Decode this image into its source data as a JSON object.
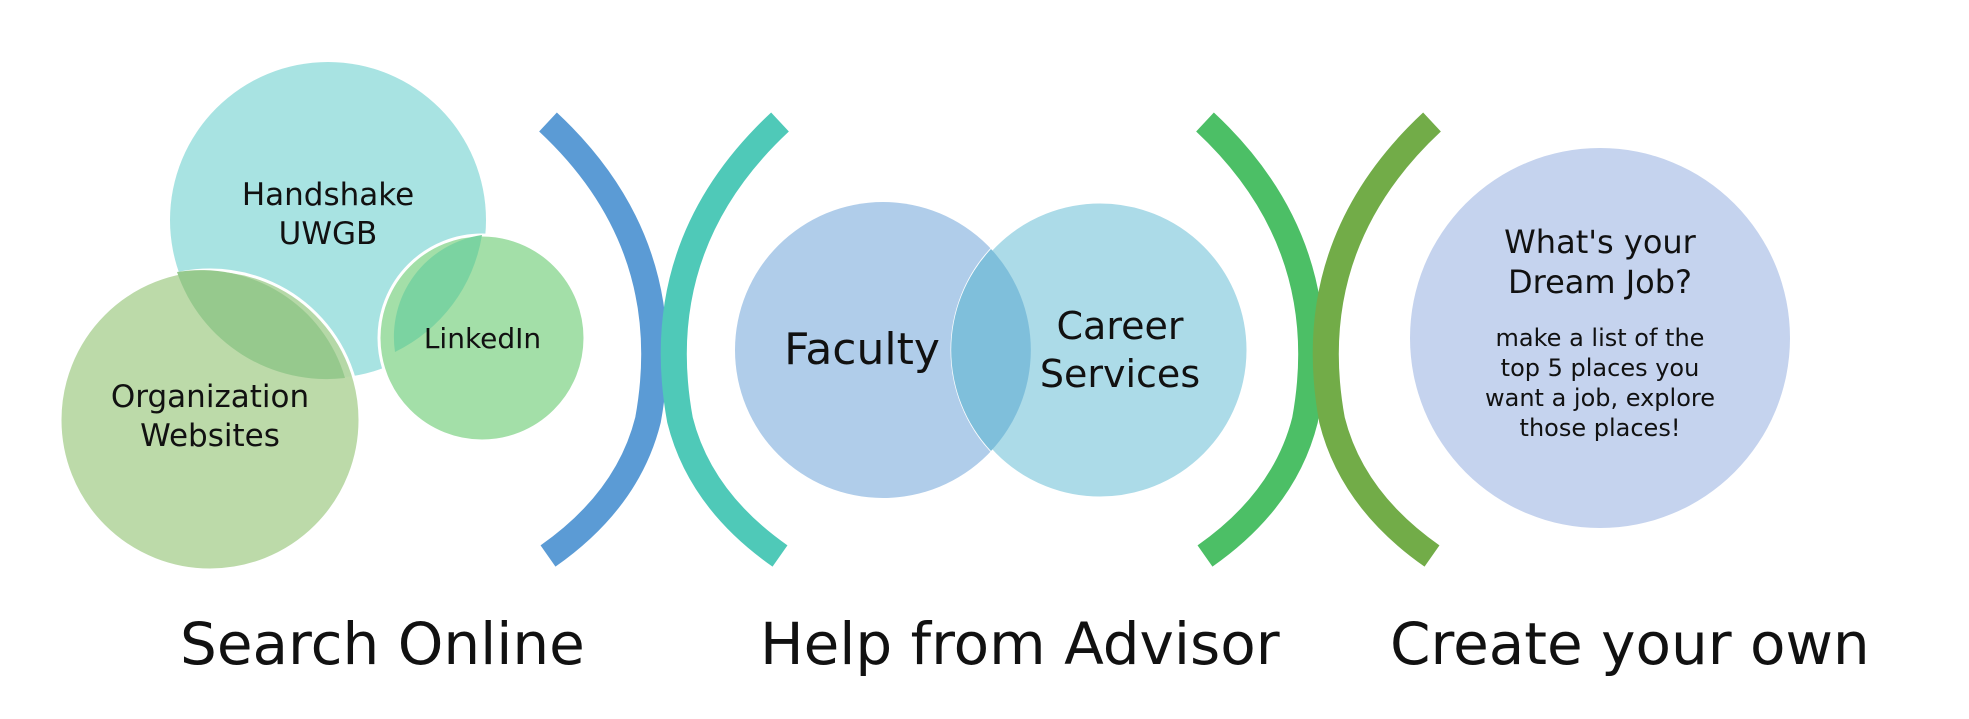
{
  "groups": [
    {
      "caption": "Search Online",
      "items": [
        "Handshake UWGB",
        "LinkedIn",
        "Organization Websites"
      ],
      "colors": [
        "#a8e3e2",
        "#a3dfa8",
        "#b6d7a2"
      ]
    },
    {
      "caption": "Help from Advisor",
      "items": [
        "Faculty",
        "Career Services"
      ],
      "colors": [
        "#b0cdea",
        "#acdbe8"
      ]
    },
    {
      "caption": "Create your own",
      "title": "What's your Dream Job?",
      "body": "make a list of the top 5 places you want a job, explore those places!",
      "colors": [
        "#c5d3ee"
      ]
    }
  ],
  "bracket_colors": [
    "#5b9bd5",
    "#4fc9b8",
    "#4cbf66",
    "#72ac48"
  ]
}
